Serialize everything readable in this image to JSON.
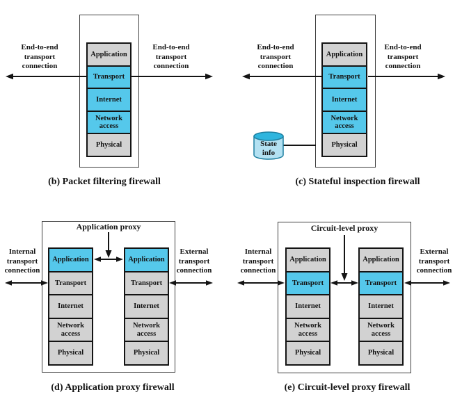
{
  "colors": {
    "highlight_cyan": "#55c8eb",
    "layer_gray": "#d2d2d2",
    "cylinder_body": "#b3e1f2",
    "cylinder_top": "#2eb5de",
    "ink_black": "#141414"
  },
  "layers": [
    "Application",
    "Transport",
    "Internet",
    "Network access",
    "Physical"
  ],
  "panels": {
    "b": {
      "caption": "(b) Packet filtering firewall",
      "left_label": [
        "End-to-end",
        "transport",
        "connection"
      ],
      "right_label": [
        "End-to-end",
        "transport",
        "connection"
      ],
      "highlighted_layers": [
        "Transport",
        "Internet",
        "Network access"
      ]
    },
    "c": {
      "caption": "(c) Stateful inspection firewall",
      "left_label": [
        "End-to-end",
        "transport",
        "connection"
      ],
      "right_label": [
        "End-to-end",
        "transport",
        "connection"
      ],
      "state_store_label": [
        "State",
        "info"
      ],
      "highlighted_layers": [
        "Transport",
        "Internet",
        "Network access"
      ]
    },
    "d": {
      "caption": "(d) Application proxy firewall",
      "proxy_label": "Application proxy",
      "left_label": [
        "Internal",
        "transport",
        "connection"
      ],
      "right_label": [
        "External",
        "transport",
        "connection"
      ],
      "highlighted_layers": [
        "Application"
      ]
    },
    "e": {
      "caption": "(e) Circuit-level proxy firewall",
      "proxy_label": "Circuit-level proxy",
      "left_label": [
        "Internal",
        "transport",
        "connection"
      ],
      "right_label": [
        "External",
        "transport",
        "connection"
      ],
      "highlighted_layers": [
        "Transport"
      ]
    }
  }
}
